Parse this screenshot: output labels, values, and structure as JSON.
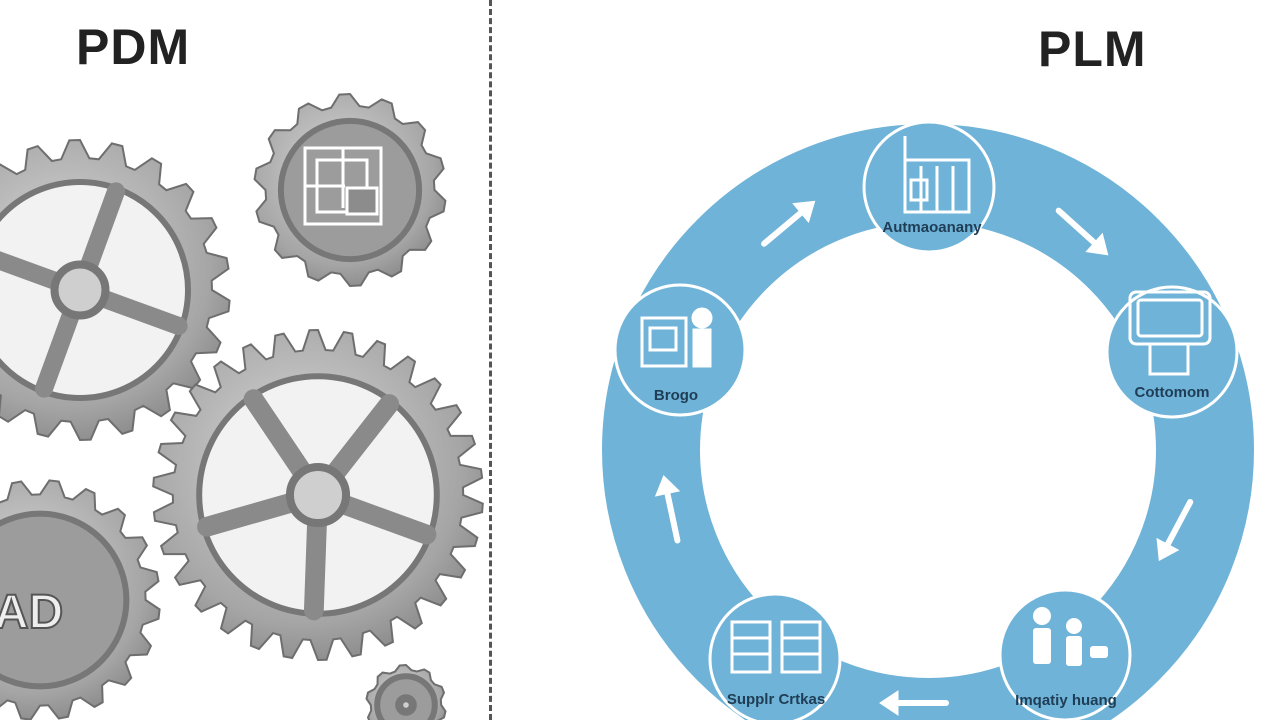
{
  "left_panel": {
    "title": "PDM",
    "cad_label": "AD",
    "gear_color": "#9a9a9a"
  },
  "right_panel": {
    "title": "PLM",
    "ring_color": "#6fb3d8",
    "nodes": [
      {
        "label": "Autmaoanany",
        "icon": "factory-icon"
      },
      {
        "label": "Cottomom",
        "icon": "monitor-icon"
      },
      {
        "label": "Imqatiy huang",
        "icon": "people-icon"
      },
      {
        "label": "Supplr Crtkas",
        "icon": "shelves-icon"
      },
      {
        "label": "Brogo",
        "icon": "engineer-icon"
      }
    ]
  }
}
